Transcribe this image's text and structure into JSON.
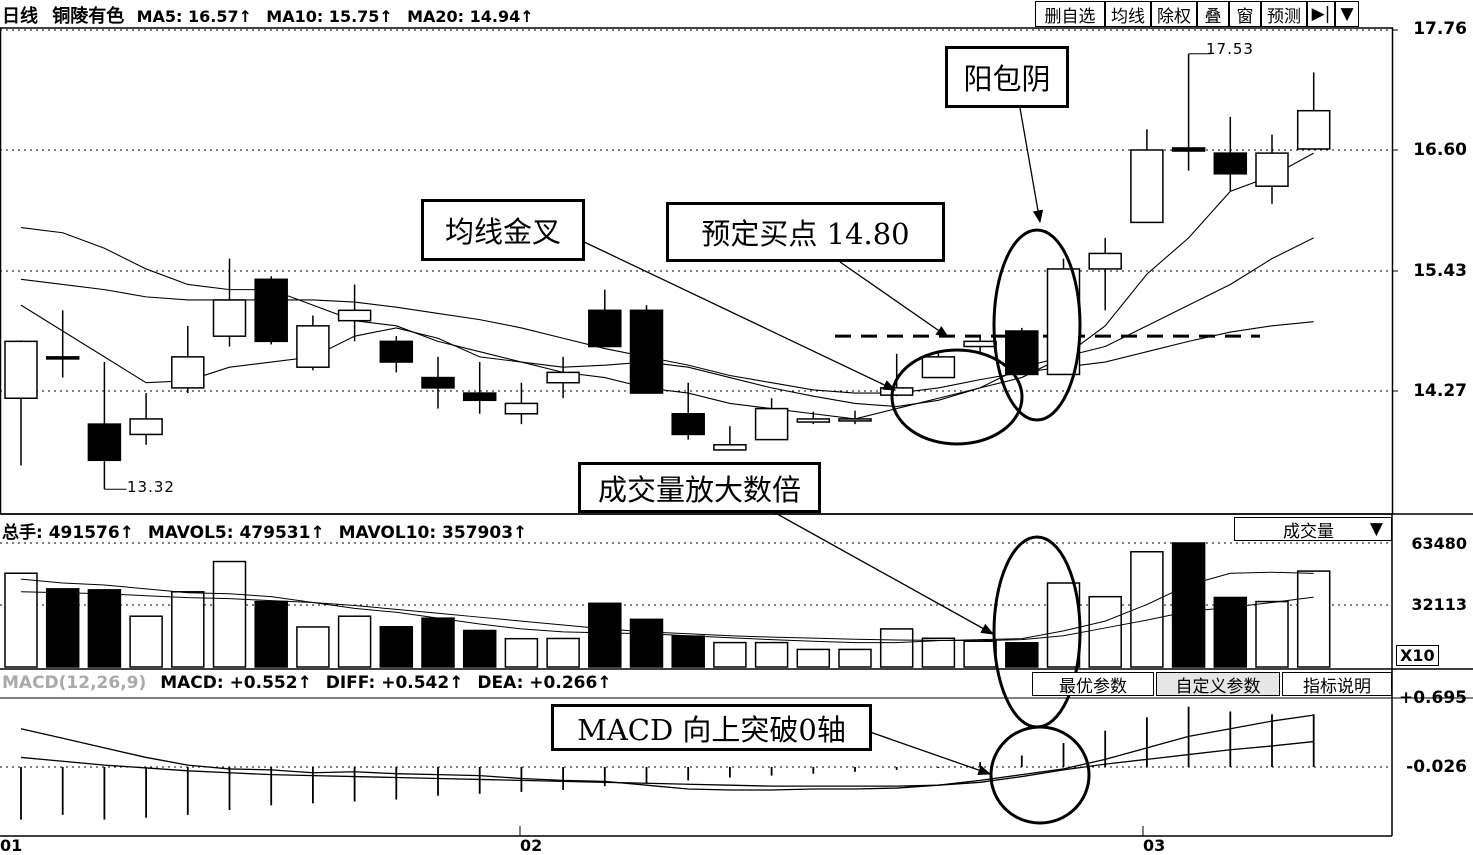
{
  "header": {
    "period": "日线",
    "stock": "铜陵有色",
    "ma5": "MA5: 16.57↑",
    "ma10": "MA10: 15.75↑",
    "ma20": "MA20: 14.94↑"
  },
  "toolbar": [
    "删自选",
    "均线",
    "除权",
    "叠",
    "窗",
    "预测",
    "▶|",
    "▼"
  ],
  "volume_header": {
    "label": "总手: 491576↑",
    "mavol5": "MAVOL5: 479531↑",
    "mavol10": "MAVOL10: 357903↑",
    "selector": "成交量"
  },
  "macd_header": {
    "params": "MACD(12,26,9)",
    "macd": "MACD: +0.552↑",
    "diff": "DIFF: +0.542↑",
    "dea": "DEA: +0.266↑"
  },
  "macd_buttons": [
    "最优参数",
    "自定义参数",
    "指标说明"
  ],
  "callouts": {
    "yang": "阳包阴",
    "cross": "均线金叉",
    "buy": "预定买点 14.80",
    "volume": "成交量放大数倍",
    "macd": "MACD 向上突破0轴"
  },
  "price_axis": [
    "17.76",
    "16.60",
    "15.43",
    "14.27"
  ],
  "volume_axis": [
    "63480",
    "32113",
    "X10"
  ],
  "macd_axis": [
    "+0.695",
    "-0.026"
  ],
  "x_axis": [
    "01",
    "02",
    "03"
  ],
  "markers": {
    "high": "17.53",
    "low": "13.32"
  },
  "chart_data": {
    "type": "candlestick",
    "candles": [
      {
        "o": 14.2,
        "c": 14.75,
        "h": 14.76,
        "l": 13.55,
        "up": true
      },
      {
        "o": 14.6,
        "c": 14.58,
        "h": 15.05,
        "l": 14.4,
        "up": false
      },
      {
        "o": 13.95,
        "c": 13.6,
        "h": 14.55,
        "l": 13.32,
        "up": false
      },
      {
        "o": 13.85,
        "c": 14.0,
        "h": 14.25,
        "l": 13.75,
        "up": true
      },
      {
        "o": 14.3,
        "c": 14.6,
        "h": 14.9,
        "l": 14.25,
        "up": true
      },
      {
        "o": 14.8,
        "c": 15.15,
        "h": 15.55,
        "l": 14.7,
        "up": true
      },
      {
        "o": 15.35,
        "c": 14.75,
        "h": 15.38,
        "l": 14.72,
        "up": false
      },
      {
        "o": 14.5,
        "c": 14.9,
        "h": 15.0,
        "l": 14.47,
        "up": true
      },
      {
        "o": 14.95,
        "c": 15.05,
        "h": 15.3,
        "l": 14.75,
        "up": true
      },
      {
        "o": 14.75,
        "c": 14.55,
        "h": 14.8,
        "l": 14.45,
        "up": false
      },
      {
        "o": 14.4,
        "c": 14.3,
        "h": 14.6,
        "l": 14.1,
        "up": false
      },
      {
        "o": 14.25,
        "c": 14.18,
        "h": 14.55,
        "l": 14.05,
        "up": false
      },
      {
        "o": 14.05,
        "c": 14.15,
        "h": 14.35,
        "l": 13.95,
        "up": true
      },
      {
        "o": 14.35,
        "c": 14.45,
        "h": 14.6,
        "l": 14.2,
        "up": true
      },
      {
        "o": 15.05,
        "c": 14.7,
        "h": 15.25,
        "l": 14.7,
        "up": false
      },
      {
        "o": 15.05,
        "c": 14.25,
        "h": 15.1,
        "l": 14.25,
        "up": false
      },
      {
        "o": 14.05,
        "c": 13.85,
        "h": 14.35,
        "l": 13.8,
        "up": false
      },
      {
        "o": 13.7,
        "c": 13.75,
        "h": 13.93,
        "l": 13.7,
        "up": true
      },
      {
        "o": 13.8,
        "c": 14.1,
        "h": 14.2,
        "l": 13.8,
        "up": true
      },
      {
        "o": 13.97,
        "c": 14.0,
        "h": 14.07,
        "l": 13.95,
        "up": true
      },
      {
        "o": 13.99,
        "c": 14.0,
        "h": 14.08,
        "l": 13.95,
        "up": true
      },
      {
        "o": 14.23,
        "c": 14.3,
        "h": 14.63,
        "l": 14.22,
        "up": true
      },
      {
        "o": 14.4,
        "c": 14.6,
        "h": 14.65,
        "l": 14.4,
        "up": true
      },
      {
        "o": 14.7,
        "c": 14.75,
        "h": 14.8,
        "l": 14.65,
        "up": true
      },
      {
        "o": 14.85,
        "c": 14.43,
        "h": 14.88,
        "l": 14.43,
        "up": false
      },
      {
        "o": 14.43,
        "c": 15.45,
        "h": 15.55,
        "l": 14.43,
        "up": true
      },
      {
        "o": 15.45,
        "c": 15.6,
        "h": 15.75,
        "l": 15.05,
        "up": true
      },
      {
        "o": 15.9,
        "c": 16.6,
        "h": 16.8,
        "l": 15.9,
        "up": true
      },
      {
        "o": 16.62,
        "c": 16.59,
        "h": 17.53,
        "l": 16.4,
        "up": false
      },
      {
        "o": 16.57,
        "c": 16.37,
        "h": 16.92,
        "l": 16.2,
        "up": false
      },
      {
        "o": 16.25,
        "c": 16.57,
        "h": 16.75,
        "l": 16.08,
        "up": true
      },
      {
        "o": 16.61,
        "c": 16.98,
        "h": 17.35,
        "l": 16.61,
        "up": true
      }
    ],
    "ma_lines": [
      [
        15.85,
        15.8,
        15.65,
        15.45,
        15.3,
        15.25,
        15.25,
        15.1,
        14.95,
        14.9,
        14.75,
        14.65,
        14.55,
        14.45,
        14.4,
        14.3,
        14.25,
        14.15,
        14.1,
        14.05,
        14.0,
        14.1,
        14.2,
        14.3,
        14.4,
        14.6,
        14.9,
        15.4,
        15.75,
        16.2,
        16.35,
        16.57
      ],
      [
        15.1,
        14.85,
        14.6,
        14.35,
        14.37,
        14.5,
        14.55,
        14.6,
        14.8,
        14.88,
        14.78,
        14.6,
        14.55,
        14.5,
        14.52,
        14.55,
        14.5,
        14.4,
        14.3,
        14.22,
        14.15,
        14.12,
        14.18,
        14.3,
        14.5,
        14.6,
        14.7,
        14.9,
        15.1,
        15.3,
        15.55,
        15.75
      ],
      [
        15.35,
        15.3,
        15.25,
        15.18,
        15.15,
        15.15,
        15.15,
        15.15,
        15.13,
        15.08,
        15.02,
        14.96,
        14.88,
        14.78,
        14.68,
        14.6,
        14.52,
        14.42,
        14.35,
        14.28,
        14.25,
        14.25,
        14.3,
        14.38,
        14.45,
        14.5,
        14.55,
        14.65,
        14.75,
        14.84,
        14.9,
        14.94
      ]
    ],
    "volumes": [
      48000,
      40000,
      39500,
      26000,
      38500,
      54000,
      33500,
      20500,
      26000,
      20600,
      25000,
      18700,
      14500,
      14600,
      32600,
      24400,
      15800,
      12500,
      12500,
      9000,
      9000,
      19500,
      14700,
      13200,
      12400,
      43000,
      36000,
      59000,
      63480,
      35600,
      33500,
      49100
    ],
    "vol_ma": [
      [
        45000,
        43000,
        42000,
        40000,
        38000,
        37500,
        36000,
        33000,
        30000,
        28000,
        25000,
        22000,
        19500,
        18000,
        17500,
        17000,
        16000,
        15000,
        14000,
        13200,
        12500,
        12500,
        13500,
        14000,
        14500,
        18500,
        23500,
        32000,
        42000,
        48000,
        48500,
        47953
      ],
      [
        38500,
        38000,
        37500,
        36500,
        35500,
        35000,
        34000,
        33000,
        31500,
        29500,
        27500,
        25500,
        23500,
        21500,
        19500,
        18000,
        17000,
        16000,
        15300,
        14800,
        14200,
        13800,
        13600,
        13500,
        14000,
        16000,
        20000,
        24000,
        28500,
        30500,
        33000,
        35790
      ]
    ],
    "macd_hist": [
      -0.55,
      -0.5,
      -0.55,
      -0.53,
      -0.5,
      -0.45,
      -0.4,
      -0.38,
      -0.36,
      -0.34,
      -0.3,
      -0.28,
      -0.26,
      -0.24,
      -0.2,
      -0.17,
      -0.14,
      -0.11,
      -0.09,
      -0.07,
      -0.05,
      -0.03,
      -0.01,
      0.05,
      0.12,
      0.25,
      0.38,
      0.52,
      0.63,
      0.58,
      0.55,
      0.552
    ],
    "diff": [
      0.4,
      0.3,
      0.2,
      0.1,
      0.02,
      -0.02,
      -0.03,
      -0.06,
      -0.05,
      -0.07,
      -0.08,
      -0.09,
      -0.12,
      -0.14,
      -0.15,
      -0.19,
      -0.23,
      -0.24,
      -0.24,
      -0.23,
      -0.23,
      -0.22,
      -0.19,
      -0.14,
      -0.08,
      -0.02,
      0.08,
      0.2,
      0.32,
      0.4,
      0.48,
      0.542
    ],
    "dea": [
      0.1,
      0.06,
      0.02,
      -0.01,
      -0.04,
      -0.06,
      -0.08,
      -0.09,
      -0.1,
      -0.11,
      -0.12,
      -0.13,
      -0.14,
      -0.15,
      -0.16,
      -0.17,
      -0.18,
      -0.19,
      -0.2,
      -0.2,
      -0.2,
      -0.2,
      -0.19,
      -0.16,
      -0.1,
      -0.03,
      0.03,
      0.08,
      0.13,
      0.18,
      0.22,
      0.266
    ],
    "buy_level": 14.8
  }
}
